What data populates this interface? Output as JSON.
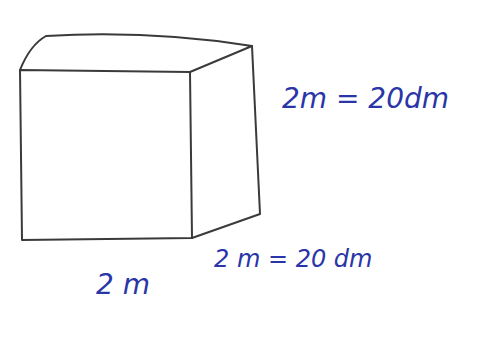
{
  "diagram": {
    "labels": [
      "2m = 20dm",
      "2 m = 20 dm",
      "2 m"
    ]
  }
}
